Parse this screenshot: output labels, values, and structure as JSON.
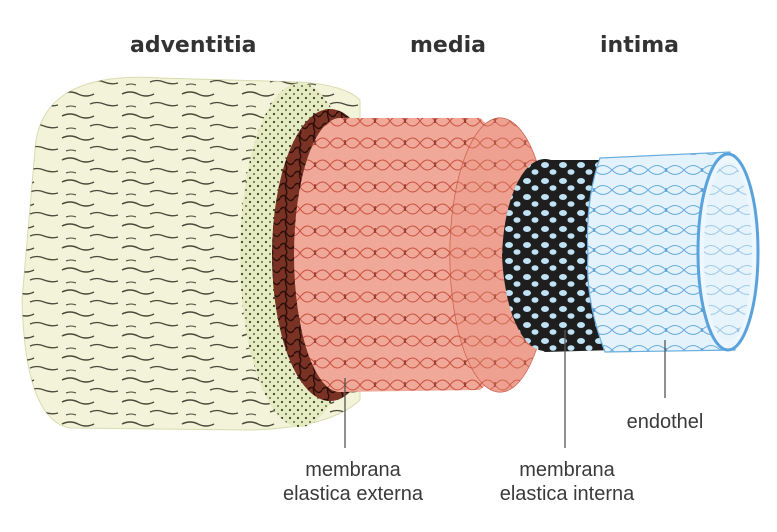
{
  "headings": {
    "adventitia": "adventitia",
    "media": "media",
    "intima": "intima"
  },
  "annotations": {
    "membrana_externa": {
      "line1": "membrana",
      "line2": "elastica externa"
    },
    "membrana_interna": {
      "line1": "membrana",
      "line2": "elastica interna"
    },
    "endothel": "endothel"
  },
  "colors": {
    "adventitia_fill": "#f2f3d8",
    "adventitia_rim": "#e4ebc0",
    "externa_fill": "#8a3a2a",
    "media_fill": "#f0a898",
    "media_stroke": "#c8503f",
    "interna_fill": "#1e1e1e",
    "interna_fenestra": "#bfe2f5",
    "intima_fill": "#e4f2fb",
    "intima_stroke": "#6aaee0"
  },
  "icons": [
    "blood-vessel-layers-illustration"
  ]
}
